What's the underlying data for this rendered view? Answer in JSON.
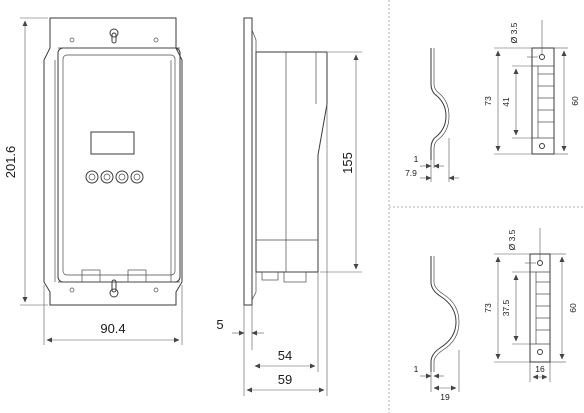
{
  "front_view": {
    "height_label": "201.6",
    "width_label": "90.4"
  },
  "side_view": {
    "body_height_label": "155",
    "flange_label": "5",
    "depth_label": "54",
    "total_depth_label": "59"
  },
  "bracket_a": {
    "hole_label": "Ø 3.5",
    "overall_label": "73",
    "inner_label": "41",
    "width_label": "60",
    "thickness_label": "1",
    "offset_label": "7.9"
  },
  "bracket_b": {
    "hole_label": "Ø 3.5",
    "overall_label": "73",
    "inner_label": "37.5",
    "width_label": "60",
    "thickness_label": "1",
    "offset_label": "19",
    "plate_width_label": "16"
  }
}
